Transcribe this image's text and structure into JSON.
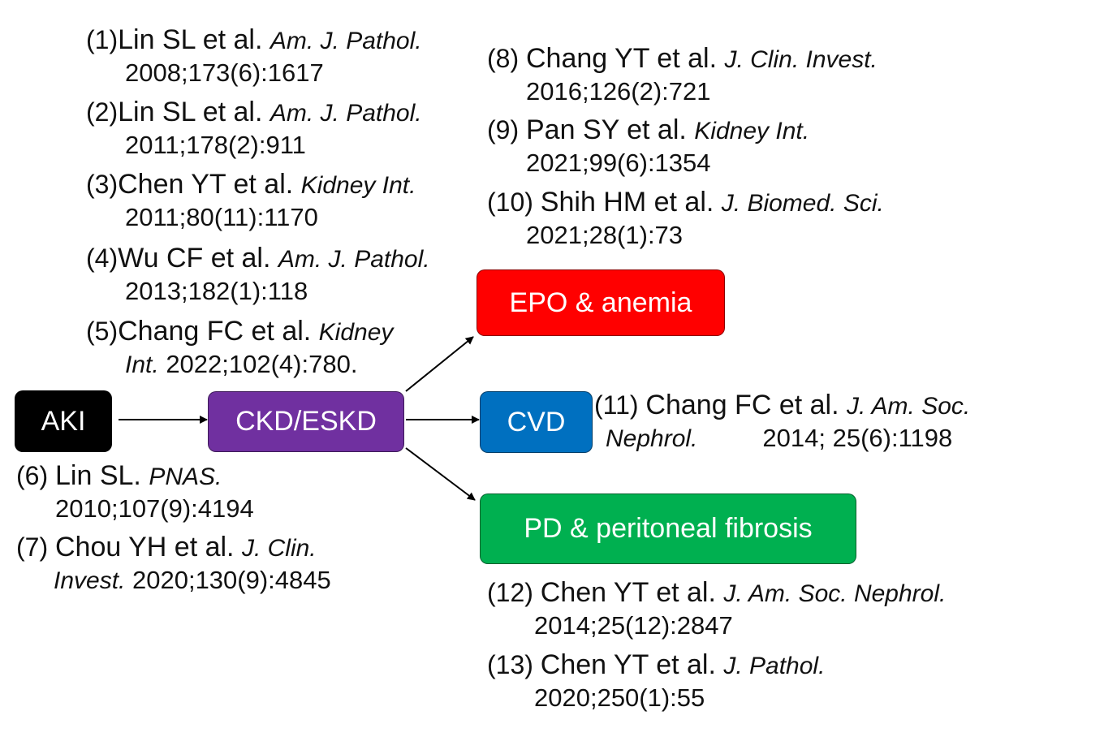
{
  "nodes": {
    "aki": {
      "label": "AKI",
      "color": "#000000"
    },
    "ckd": {
      "label": "CKD/ESKD",
      "color": "#7030A0"
    },
    "epo": {
      "label": "EPO & anemia",
      "color": "#FF0000"
    },
    "cvd": {
      "label": "CVD",
      "color": "#0070C0"
    },
    "pd": {
      "label": "PD & peritoneal  fibrosis",
      "color": "#00B050"
    }
  },
  "refs": {
    "r1": {
      "num": "(1)",
      "author": "Lin SL et al. ",
      "journal": "Am. J. Pathol.",
      "cite": "2008;173(6):1617"
    },
    "r2": {
      "num": "(2)",
      "author": "Lin SL et al. ",
      "journal": "Am. J. Pathol.",
      "cite": "2011;178(2):911"
    },
    "r3": {
      "num": "(3)",
      "author": "Chen YT et al. ",
      "journal": "Kidney Int.",
      "cite": "2011;80(11):1170"
    },
    "r4": {
      "num": "(4)",
      "author": "Wu CF et al. ",
      "journal": "Am. J. Pathol.",
      "cite": "2013;182(1):118"
    },
    "r5": {
      "num": "(5)",
      "author": "Chang FC et al. ",
      "journal": "Kidney",
      "journal2": "Int.",
      "cite": " 2022;102(4):780."
    },
    "r6": {
      "num": "(6) ",
      "author": "Lin SL. ",
      "journal": "PNAS.",
      "cite": "2010;107(9):4194"
    },
    "r7": {
      "num": "(7) ",
      "author": "Chou YH et al. ",
      "journal": "J. Clin.",
      "journal2": "Invest.",
      "cite": " 2020;130(9):4845"
    },
    "r8": {
      "num": "(8) ",
      "author": "Chang YT et al. ",
      "journal": "J. Clin. Invest.",
      "cite": "2016;126(2):721"
    },
    "r9": {
      "num": "(9) ",
      "author": "Pan SY et al. ",
      "journal": "Kidney Int.",
      "cite": "2021;99(6):1354"
    },
    "r10": {
      "num": "(10) ",
      "author": "Shih HM et al. ",
      "journal": "J. Biomed. Sci.",
      "cite": "2021;28(1):73"
    },
    "r11": {
      "num": "(11) ",
      "author": "Chang FC et al. ",
      "journal": "J. Am. Soc.",
      "journal2": "Nephrol.",
      "cite": "2014; 25(6):1198"
    },
    "r12": {
      "num": "(12) ",
      "author": "Chen YT et al. ",
      "journal": "J. Am. Soc. Nephrol.",
      "cite": "2014;25(12):2847"
    },
    "r13": {
      "num": "(13) ",
      "author": "Chen YT et al. ",
      "journal": "J. Pathol.",
      "cite": "2020;250(1):55"
    }
  }
}
